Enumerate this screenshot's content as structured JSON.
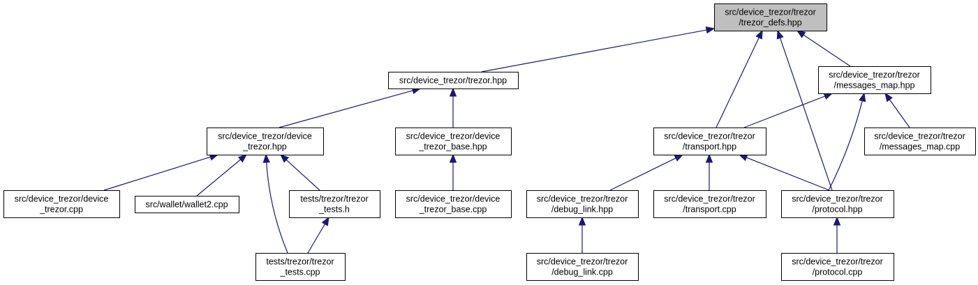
{
  "colors": {
    "edge": "#191970",
    "focus_fill": "#bfbfbf",
    "node_fill": "#ffffff",
    "node_border": "#000000"
  },
  "nodes": {
    "trezor_defs": [
      "src/device_trezor/trezor",
      "/trezor_defs.hpp"
    ],
    "trezor_hpp": [
      "src/device_trezor/trezor.hpp"
    ],
    "messages_map_hpp": [
      "src/device_trezor/trezor",
      "/messages_map.hpp"
    ],
    "device_trezor_hpp": [
      "src/device_trezor/device",
      "_trezor.hpp"
    ],
    "device_trezor_base_hpp": [
      "src/device_trezor/device",
      "_trezor_base.hpp"
    ],
    "transport_hpp": [
      "src/device_trezor/trezor",
      "/transport.hpp"
    ],
    "messages_map_cpp": [
      "src/device_trezor/trezor",
      "/messages_map.cpp"
    ],
    "device_trezor_cpp": [
      "src/device_trezor/device",
      "_trezor.cpp"
    ],
    "wallet2_cpp": [
      "src/wallet/wallet2.cpp"
    ],
    "trezor_tests_h": [
      "tests/trezor/trezor",
      "_tests.h"
    ],
    "device_trezor_base_cpp": [
      "src/device_trezor/device",
      "_trezor_base.cpp"
    ],
    "debug_link_hpp": [
      "src/device_trezor/trezor",
      "/debug_link.hpp"
    ],
    "transport_cpp": [
      "src/device_trezor/trezor",
      "/transport.cpp"
    ],
    "protocol_hpp": [
      "src/device_trezor/trezor",
      "/protocol.hpp"
    ],
    "trezor_tests_cpp": [
      "tests/trezor/trezor",
      "_tests.cpp"
    ],
    "debug_link_cpp": [
      "src/device_trezor/trezor",
      "/debug_link.cpp"
    ],
    "protocol_cpp": [
      "src/device_trezor/trezor",
      "/protocol.cpp"
    ]
  },
  "edges": [
    [
      "trezor_hpp",
      "trezor_defs"
    ],
    [
      "transport_hpp",
      "trezor_defs"
    ],
    [
      "protocol_hpp",
      "trezor_defs"
    ],
    [
      "messages_map_hpp",
      "trezor_defs"
    ],
    [
      "device_trezor_hpp",
      "trezor_hpp"
    ],
    [
      "device_trezor_base_hpp",
      "trezor_hpp"
    ],
    [
      "transport_hpp",
      "messages_map_hpp"
    ],
    [
      "protocol_hpp",
      "messages_map_hpp"
    ],
    [
      "messages_map_cpp",
      "messages_map_hpp"
    ],
    [
      "device_trezor_cpp",
      "device_trezor_hpp"
    ],
    [
      "wallet2_cpp",
      "device_trezor_hpp"
    ],
    [
      "trezor_tests_h",
      "device_trezor_hpp"
    ],
    [
      "trezor_tests_cpp",
      "device_trezor_hpp"
    ],
    [
      "device_trezor_base_cpp",
      "device_trezor_base_hpp"
    ],
    [
      "debug_link_hpp",
      "transport_hpp"
    ],
    [
      "transport_cpp",
      "transport_hpp"
    ],
    [
      "protocol_hpp",
      "transport_hpp"
    ],
    [
      "trezor_tests_cpp",
      "trezor_tests_h"
    ],
    [
      "debug_link_cpp",
      "debug_link_hpp"
    ],
    [
      "protocol_cpp",
      "protocol_hpp"
    ]
  ]
}
